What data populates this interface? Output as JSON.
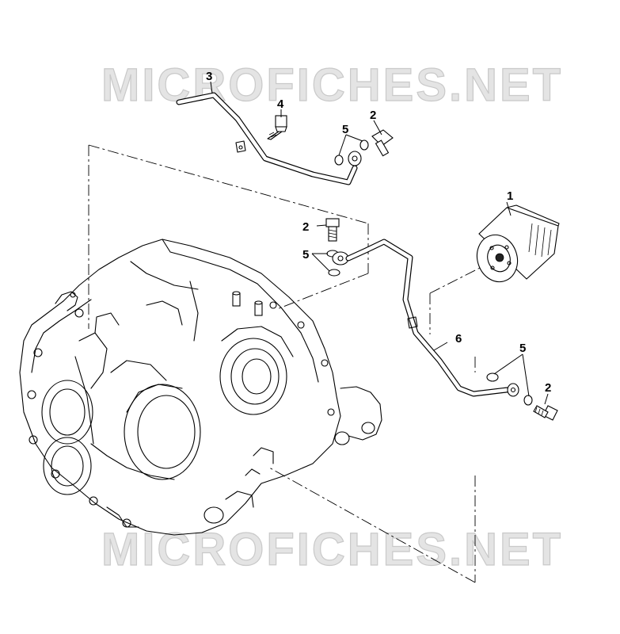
{
  "watermarks": [
    "MICROFICHES.NET",
    "MICROFICHES.NET"
  ],
  "callouts": {
    "oil_filter": "1",
    "bolt_upper": "2",
    "bolt_middle": "2",
    "bolt_lower": "2",
    "oil_line_upper": "3",
    "screw": "4",
    "washers_upper": "5",
    "washers_middle": "5",
    "washers_lower": "5",
    "oil_line_lower": "6"
  }
}
